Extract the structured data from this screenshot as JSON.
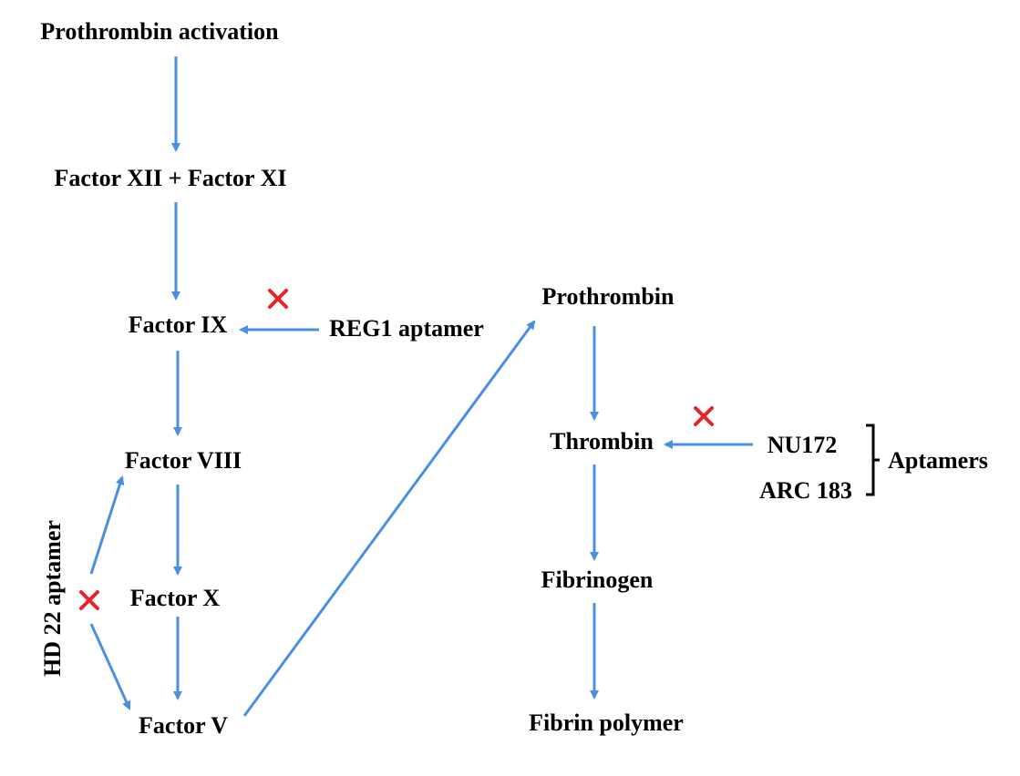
{
  "colors": {
    "arrow": "#4a90e2",
    "inhibit": "#e8232a",
    "text": "#000000",
    "bracket": "#000000"
  },
  "icons": {
    "inhibit": "red-x-icon"
  },
  "nodes": {
    "prothrombin_activation": "Prothrombin activation",
    "factor_xii_xi": "Factor XII + Factor XI",
    "factor_ix": "Factor IX",
    "reg1_aptamer": "REG1 aptamer",
    "factor_viii": "Factor VIII",
    "factor_x": "Factor X",
    "factor_v": "Factor V",
    "hd22_aptamer": "HD 22 aptamer",
    "prothrombin": "Prothrombin",
    "thrombin": "Thrombin",
    "nu172": "NU172",
    "arc183": "ARC 183",
    "aptamers": "Aptamers",
    "fibrinogen": "Fibrinogen",
    "fibrin_polymer": "Fibrin polymer"
  }
}
